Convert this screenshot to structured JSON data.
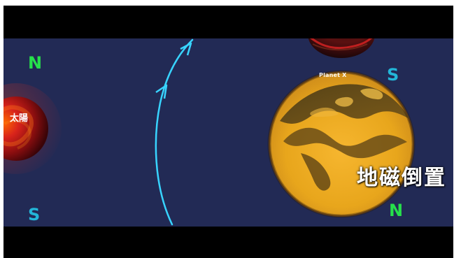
{
  "colors": {
    "background": "#222a55",
    "bars": "#000000",
    "north": "#26e04b",
    "south": "#23b6d8",
    "field_line": "#38d4ff"
  },
  "labels": {
    "sun_n": "N",
    "sun_s": "S",
    "sun_name": "太陽",
    "planet_name": "Planet X",
    "earth_n": "N",
    "earth_s": "S",
    "caption": "地磁倒置"
  },
  "icons": {
    "field_arrow": "arrowhead-icon"
  }
}
